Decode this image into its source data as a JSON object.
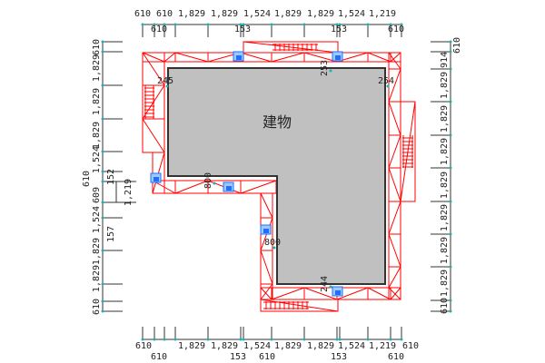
{
  "building": {
    "label": "建物"
  },
  "dimensions": {
    "top_row1": [
      "610",
      "610",
      "1,829",
      "1,829",
      "1,524",
      "1,829",
      "1,829",
      "1,524",
      "1,219"
    ],
    "top_row2": [
      "610",
      "153",
      "153",
      "610"
    ],
    "bottom_row1": [
      "610",
      "1,829",
      "1,829",
      "1,524",
      "1,829",
      "1,829",
      "1,524",
      "1,219",
      "610"
    ],
    "bottom_row2": [
      "610",
      "153",
      "610",
      "153",
      "610"
    ],
    "left_row1": [
      "610",
      "1,829",
      "1,829",
      "1,829",
      "1,524",
      "610",
      "609",
      "1,524",
      "1,829",
      "1,829",
      "610"
    ],
    "left_extra": [
      "152",
      "1,219",
      "157"
    ],
    "right_row1": [
      "610",
      "914",
      "1,829",
      "1,829",
      "1,829",
      "1,829",
      "1,829",
      "1,829",
      "1,829",
      "610"
    ]
  },
  "clearances": [
    "245",
    "253",
    "254",
    "800",
    "800",
    "244"
  ],
  "colors": {
    "scaffold": "#ff0000",
    "building": "#c0c0c0",
    "anchor": "#1e6fff",
    "tick": "#20b0b0"
  }
}
